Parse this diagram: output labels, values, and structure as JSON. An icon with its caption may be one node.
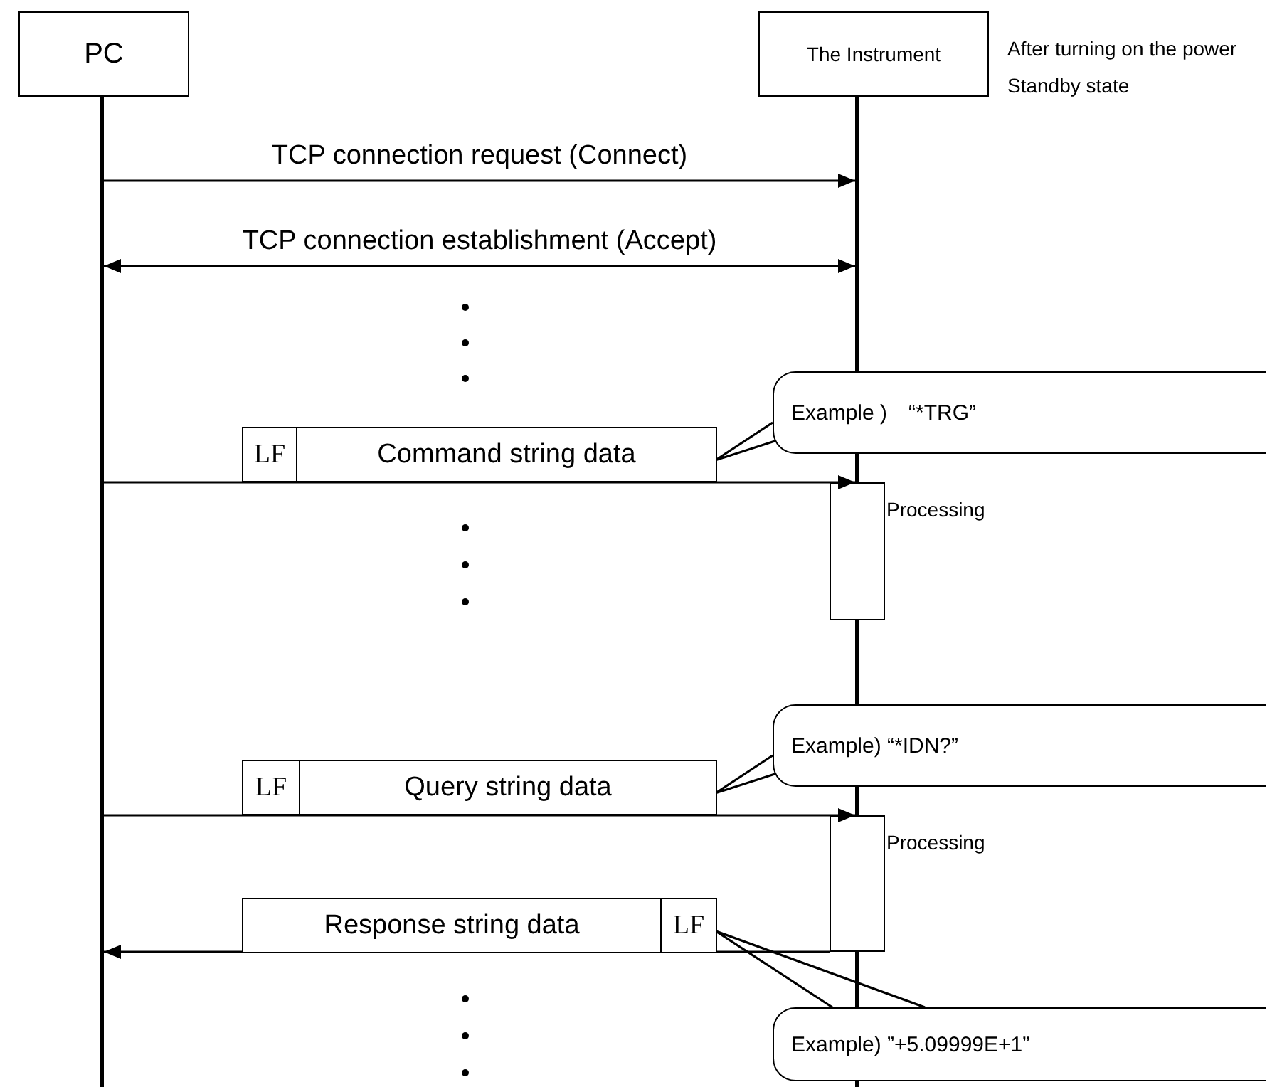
{
  "diagram": {
    "nodes": [
      {
        "text": [
          "PC"
        ]
      },
      {
        "text": [
          "The Instrument"
        ],
        "beside": [
          "After turning on the power",
          "Standby state"
        ]
      },
      {
        "text": [],
        "shape": "line"
      },
      {
        "text": [],
        "shape": "line"
      },
      {
        "text": [
          "Example )　“*TRG”"
        ]
      },
      {
        "text": [
          "LF"
        ]
      },
      {
        "text": [
          "Command string data"
        ]
      },
      {
        "text": [],
        "shape": "box",
        "beside": [
          "Processing"
        ]
      },
      {
        "text": [
          "Example) “*IDN?”"
        ]
      },
      {
        "text": [
          "LF"
        ]
      },
      {
        "text": [
          "Query string data"
        ]
      },
      {
        "text": [],
        "shape": "box",
        "beside": [
          "Processing"
        ]
      },
      {
        "text": [
          "Response string data"
        ]
      },
      {
        "text": [
          "LF"
        ]
      },
      {
        "text": [
          "Example) ”+5.09999E+1”"
        ]
      }
    ],
    "edges": [
      {
        "from": 2,
        "to": 3,
        "arrow": "to",
        "label": "TCP connection request (Connect)"
      },
      {
        "from": 2,
        "to": 3,
        "arrow": "both",
        "label": "TCP connection establishment (Accept)"
      },
      {
        "from": 2,
        "to": 3,
        "arrow": "to"
      },
      {
        "from": 4,
        "to": 6,
        "arrow": "none"
      },
      {
        "from": 2,
        "to": 3,
        "arrow": "to"
      },
      {
        "from": 8,
        "to": 10,
        "arrow": "none"
      },
      {
        "from": 11,
        "to": 2,
        "arrow": "to"
      },
      {
        "from": 14,
        "to": 13,
        "arrow": "none"
      }
    ]
  }
}
